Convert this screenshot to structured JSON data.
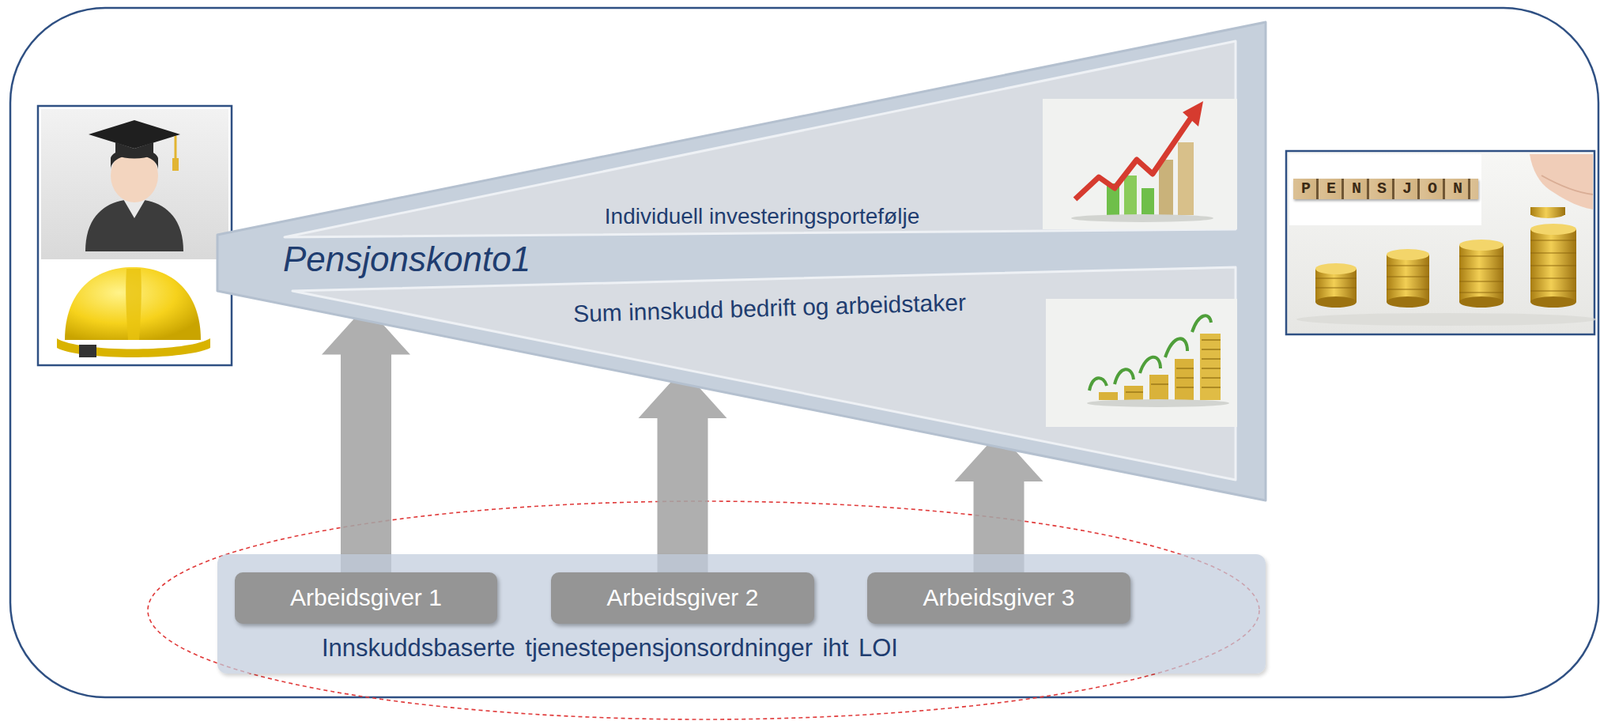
{
  "diagram": {
    "nodes": [
      {
        "text": [
          "Pensjonskonto1"
        ]
      },
      {
        "text": [
          "Individuell investeringsportefølje"
        ],
        "in": 0
      },
      {
        "text": [
          "Sum innskudd bedrift og arbeidstaker"
        ],
        "in": 0
      },
      {
        "text": [
          "Innskuddsbaserte tjenestepensjonsordninger iht LOI"
        ]
      },
      {
        "text": [
          "Arbeidsgiver 1"
        ],
        "in": 3
      },
      {
        "text": [
          "Arbeidsgiver 2"
        ],
        "in": 3
      },
      {
        "text": [
          "Arbeidsgiver 3"
        ],
        "in": 3
      }
    ],
    "edges": [
      {
        "from": 4,
        "to": 2,
        "arrow": "to"
      },
      {
        "from": 5,
        "to": 2,
        "arrow": "to"
      },
      {
        "from": 6,
        "to": 2,
        "arrow": "to"
      }
    ],
    "labels": [
      "PENSJON"
    ]
  }
}
